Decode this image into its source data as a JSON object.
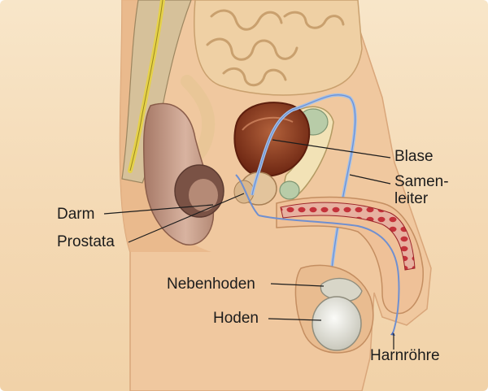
{
  "labels": {
    "darm": "Darm",
    "prostata": "Prostata",
    "blase": "Blase",
    "samenleiter_line1": "Samen-",
    "samenleiter_line2": "leiter",
    "nebenhoden": "Nebenhoden",
    "hoden": "Hoden",
    "harnroehre": "Harnröhre"
  },
  "colors": {
    "background": "#f4d9b4",
    "skin": "#f0c89f",
    "skin_shadow": "#d9a67a",
    "intestine": "#efd0a4",
    "intestine_shadow": "#c9a06e",
    "rectum": "#c49a85",
    "bladder": "#8a3a1e",
    "tissue_red": "#c4323a",
    "duct_blue": "#6f8fd0",
    "leader_line": "#1c1c1c",
    "label_text": "#1c1c1c"
  }
}
